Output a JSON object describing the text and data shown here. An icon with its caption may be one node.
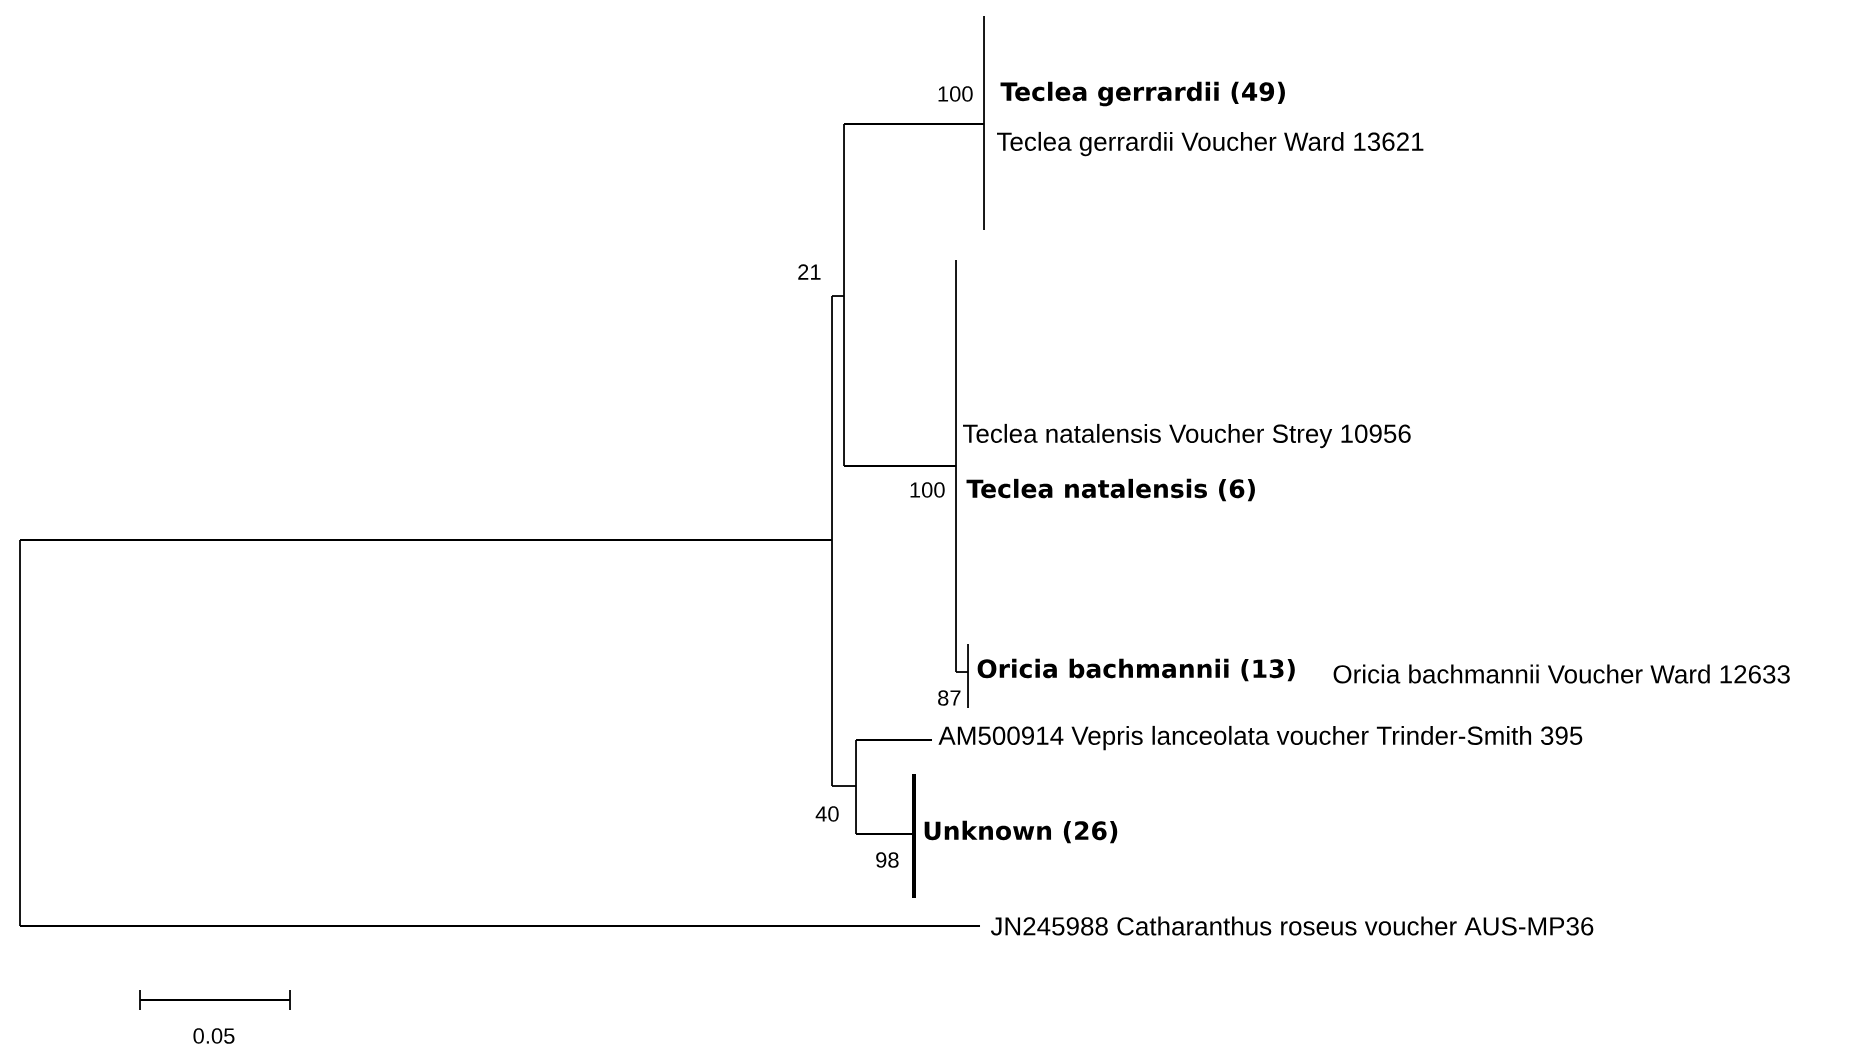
{
  "diagram": {
    "labels": [
      "100",
      "Teclea gerrardii (49)",
      "Teclea gerrardii Voucher Ward 13621",
      "21",
      "Teclea natalensis Voucher Strey 10956",
      "100",
      "Teclea natalensis (6)",
      "Oricia bachmannii (13)",
      "Oricia bachmannii Voucher Ward 12633",
      "87",
      "AM500914 Vepris lanceolata voucher Trinder-Smith 395",
      "40",
      "Unknown (26)",
      "98",
      "JN245988 Catharanthus roseus voucher AUS-MP36",
      "0.05"
    ]
  }
}
